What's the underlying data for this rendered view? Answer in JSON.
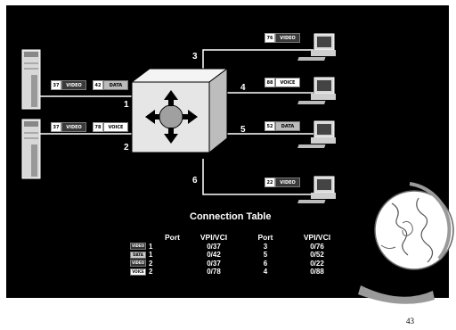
{
  "ports": {
    "p1": "1",
    "p2": "2",
    "p3": "3",
    "p4": "4",
    "p5": "5",
    "p6": "6"
  },
  "packets": {
    "in1_a": {
      "num": "37",
      "type": "VIDEO"
    },
    "in1_b": {
      "num": "42",
      "type": "DATA"
    },
    "in2_a": {
      "num": "37",
      "type": "VIDEO"
    },
    "in2_b": {
      "num": "78",
      "type": "VOICE"
    },
    "out3": {
      "num": "76",
      "type": "VIDEO"
    },
    "out4": {
      "num": "88",
      "type": "VOICE"
    },
    "out5": {
      "num": "52",
      "type": "DATA"
    },
    "out6": {
      "num": "22",
      "type": "VIDEO"
    }
  },
  "connection_table": {
    "title": "Connection Table",
    "headers": [
      "Port",
      "VPI/VCI",
      "Port",
      "VPI/VCI"
    ],
    "rows": [
      {
        "tag": "VIDEO",
        "tag_kind": "video",
        "in_port": "1",
        "in_vpivci": "0/37",
        "out_port": "3",
        "out_vpivci": "0/76"
      },
      {
        "tag": "DATA",
        "tag_kind": "data",
        "in_port": "1",
        "in_vpivci": "0/42",
        "out_port": "5",
        "out_vpivci": "0/52"
      },
      {
        "tag": "VIDEO",
        "tag_kind": "video",
        "in_port": "2",
        "in_vpivci": "0/37",
        "out_port": "6",
        "out_vpivci": "0/22"
      },
      {
        "tag": "VOICE",
        "tag_kind": "voice",
        "in_port": "2",
        "in_vpivci": "0/78",
        "out_port": "4",
        "out_vpivci": "0/88"
      }
    ]
  },
  "page_number": "43",
  "colors": {
    "background": "#000000",
    "line": "#ffffff",
    "switch_face": "#e8e8e8",
    "globe": "#9a9a9a"
  }
}
